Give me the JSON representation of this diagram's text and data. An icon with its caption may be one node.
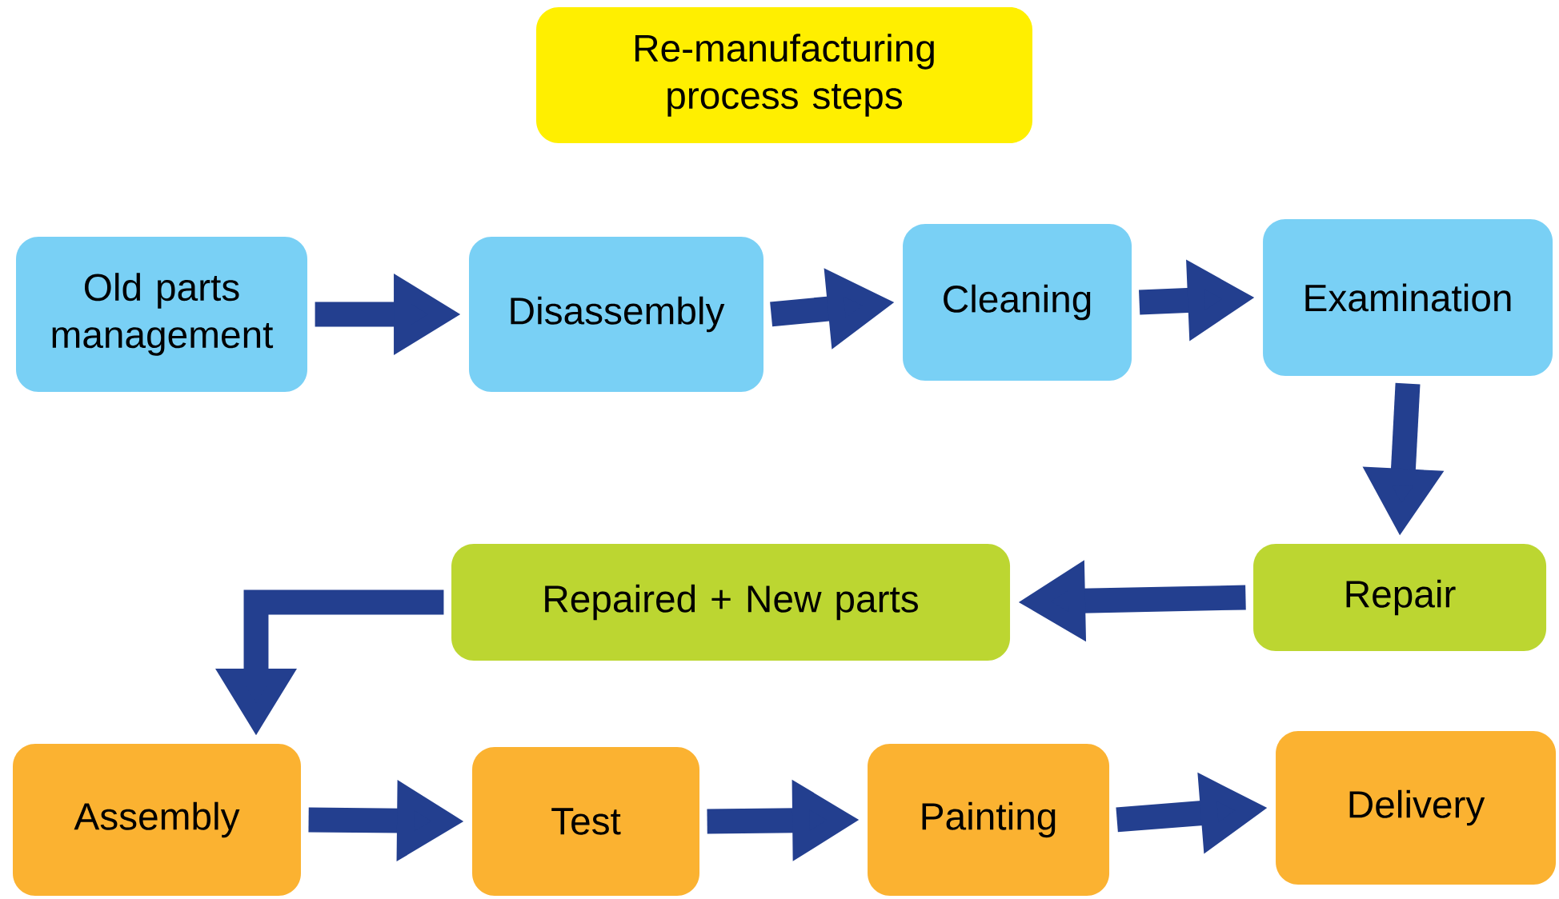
{
  "diagram": {
    "title": "Re-manufacturing process steps",
    "nodes": [
      {
        "text": [
          "Old parts management"
        ]
      },
      {
        "text": [
          "Disassembly"
        ]
      },
      {
        "text": [
          "Cleaning"
        ]
      },
      {
        "text": [
          "Examination"
        ]
      },
      {
        "text": [
          "Repair"
        ]
      },
      {
        "text": [
          "Repaired + New parts"
        ]
      },
      {
        "text": [
          "Assembly"
        ]
      },
      {
        "text": [
          "Test"
        ]
      },
      {
        "text": [
          "Painting"
        ]
      },
      {
        "text": [
          "Delivery"
        ]
      }
    ],
    "edges": [
      {
        "from": 0,
        "to": 1,
        "arrow": "to"
      },
      {
        "from": 1,
        "to": 2,
        "arrow": "to"
      },
      {
        "from": 2,
        "to": 3,
        "arrow": "to"
      },
      {
        "from": 3,
        "to": 4,
        "arrow": "to"
      },
      {
        "from": 4,
        "to": 5,
        "arrow": "to"
      },
      {
        "from": 5,
        "to": 6,
        "arrow": "to"
      },
      {
        "from": 6,
        "to": 7,
        "arrow": "to"
      },
      {
        "from": 7,
        "to": 8,
        "arrow": "to"
      },
      {
        "from": 8,
        "to": 9,
        "arrow": "to"
      }
    ]
  }
}
